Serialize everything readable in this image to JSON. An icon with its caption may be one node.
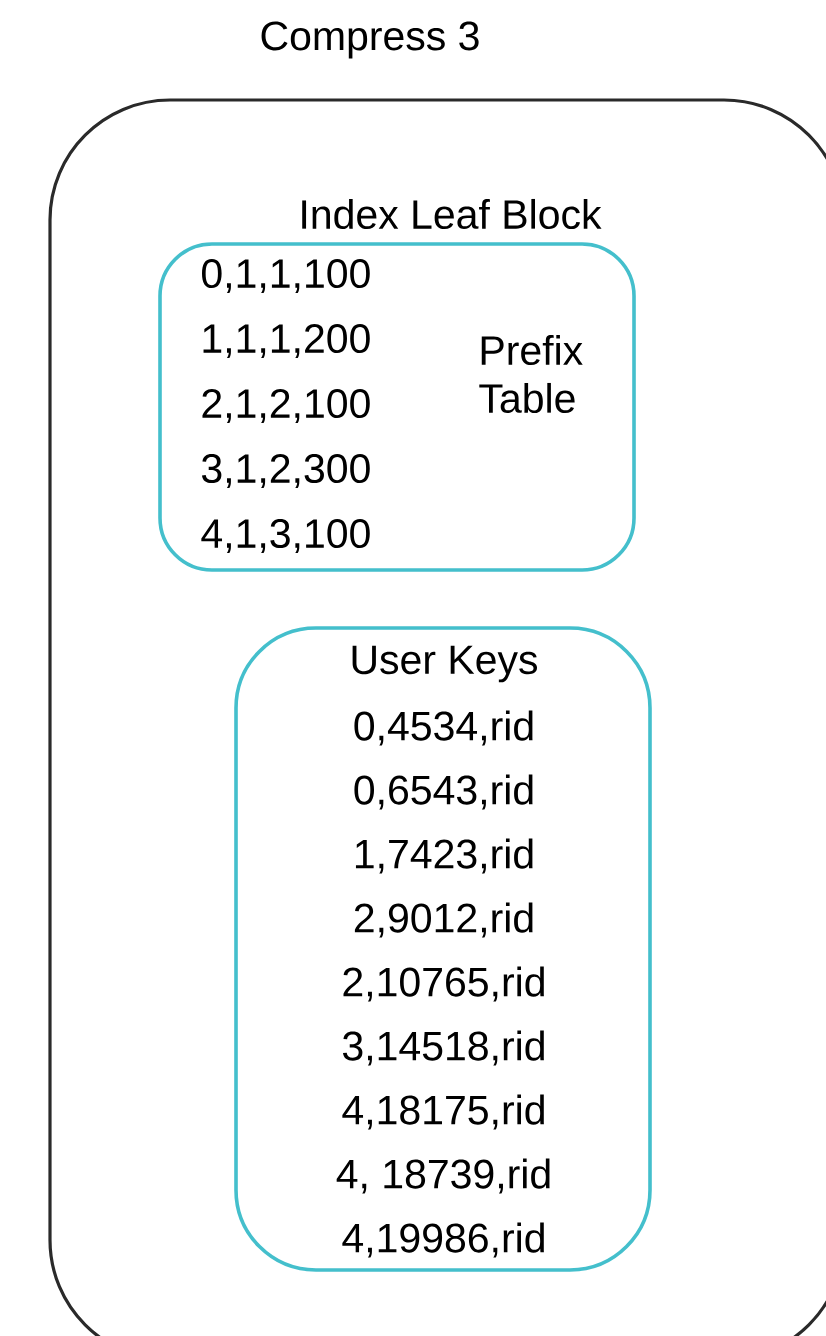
{
  "diagram": {
    "nodes": [
      {
        "text": [
          "Compress 3"
        ]
      },
      {
        "text": [
          "Index Leaf Block",
          "0,1,1,100",
          "1,1,1,200",
          "2,1,2,100",
          "3,1,2,300",
          "4,1,3,100",
          "Prefix Table"
        ],
        "in": 0
      },
      {
        "text": [
          "User Keys",
          "0,4534,rid",
          "0,6543,rid",
          "1,7423,rid",
          "2,9012,rid",
          "2,10765,rid",
          "3,14518,rid",
          "4,18175,rid",
          "4, 18739,rid",
          "4,19986,rid"
        ],
        "in": 0
      }
    ]
  }
}
